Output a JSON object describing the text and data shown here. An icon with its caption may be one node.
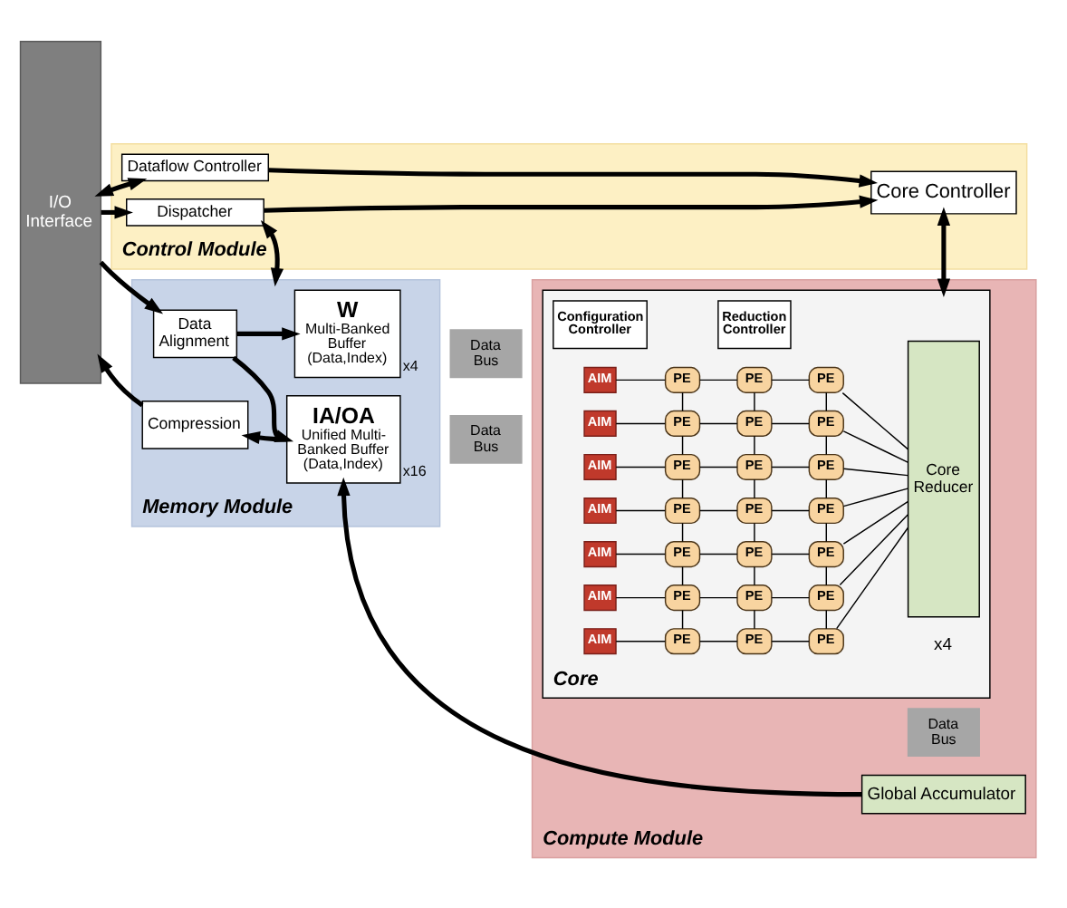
{
  "diagram": {
    "nodes": [
      {
        "text": [
          "I/O Interface"
        ]
      },
      {
        "text": [
          "Control Module"
        ]
      },
      {
        "text": [
          "Dataflow Controller"
        ],
        "in": 1
      },
      {
        "text": [
          "Dispatcher"
        ],
        "in": 1
      },
      {
        "text": [
          "Core Controller"
        ],
        "in": 1
      },
      {
        "text": [
          "Memory Module"
        ]
      },
      {
        "text": [
          "Data Alignment"
        ],
        "in": 5
      },
      {
        "text": [
          "W",
          "Multi-Banked Buffer",
          "(Data,Index)"
        ],
        "in": 5,
        "beside": [
          "x4"
        ]
      },
      {
        "text": [
          "Compression"
        ],
        "in": 5
      },
      {
        "text": [
          "IA/OA",
          "Unified Multi-Banked Buffer",
          "(Data,Index)"
        ],
        "in": 5,
        "beside": [
          "x16"
        ]
      },
      {
        "text": [
          "Data Bus"
        ]
      },
      {
        "text": [
          "Data Bus"
        ]
      },
      {
        "text": [
          "Compute Module"
        ]
      },
      {
        "text": [
          "Core"
        ],
        "in": 12,
        "beside": [
          "x4"
        ]
      },
      {
        "text": [
          "Configuration Controller"
        ],
        "in": 13
      },
      {
        "text": [
          "Reduction Controller"
        ],
        "in": 13
      },
      {
        "text": [
          "AIM"
        ],
        "in": 13
      },
      {
        "text": [
          "PE"
        ],
        "in": 13
      },
      {
        "text": [
          "PE"
        ],
        "in": 13
      },
      {
        "text": [
          "PE"
        ],
        "in": 13
      },
      {
        "text": [
          "AIM"
        ],
        "in": 13
      },
      {
        "text": [
          "PE"
        ],
        "in": 13
      },
      {
        "text": [
          "PE"
        ],
        "in": 13
      },
      {
        "text": [
          "PE"
        ],
        "in": 13
      },
      {
        "text": [
          "AIM"
        ],
        "in": 13
      },
      {
        "text": [
          "PE"
        ],
        "in": 13
      },
      {
        "text": [
          "PE"
        ],
        "in": 13
      },
      {
        "text": [
          "PE"
        ],
        "in": 13
      },
      {
        "text": [
          "AIM"
        ],
        "in": 13
      },
      {
        "text": [
          "PE"
        ],
        "in": 13
      },
      {
        "text": [
          "PE"
        ],
        "in": 13
      },
      {
        "text": [
          "PE"
        ],
        "in": 13
      },
      {
        "text": [
          "AIM"
        ],
        "in": 13
      },
      {
        "text": [
          "PE"
        ],
        "in": 13
      },
      {
        "text": [
          "PE"
        ],
        "in": 13
      },
      {
        "text": [
          "PE"
        ],
        "in": 13
      },
      {
        "text": [
          "AIM"
        ],
        "in": 13
      },
      {
        "text": [
          "PE"
        ],
        "in": 13
      },
      {
        "text": [
          "PE"
        ],
        "in": 13
      },
      {
        "text": [
          "PE"
        ],
        "in": 13
      },
      {
        "text": [
          "AIM"
        ],
        "in": 13
      },
      {
        "text": [
          "PE"
        ],
        "in": 13
      },
      {
        "text": [
          "PE"
        ],
        "in": 13
      },
      {
        "text": [
          "PE"
        ],
        "in": 13
      },
      {
        "text": [
          "Core Reducer"
        ],
        "in": 13
      },
      {
        "text": [
          "Data Bus"
        ],
        "in": 12
      },
      {
        "text": [
          "Global Accumulator"
        ],
        "in": 12
      }
    ],
    "edges": [
      {
        "from": 0,
        "to": 2,
        "arrow": "both",
        "style": "thick"
      },
      {
        "from": 0,
        "to": 3,
        "arrow": "to",
        "style": "thick"
      },
      {
        "from": 2,
        "to": 4,
        "arrow": "to",
        "style": "thick"
      },
      {
        "from": 3,
        "to": 4,
        "arrow": "to",
        "style": "thick"
      },
      {
        "from": 3,
        "to": 5,
        "arrow": "both",
        "style": "thick"
      },
      {
        "from": 4,
        "to": 13,
        "arrow": "both",
        "style": "thick"
      },
      {
        "from": 0,
        "to": 6,
        "arrow": "to",
        "style": "thick"
      },
      {
        "from": 6,
        "to": 7,
        "arrow": "to",
        "style": "thick"
      },
      {
        "from": 6,
        "to": 9,
        "arrow": "to",
        "style": "thick"
      },
      {
        "from": 9,
        "to": 8,
        "arrow": "to",
        "style": "thick"
      },
      {
        "from": 8,
        "to": 0,
        "arrow": "to",
        "style": "thick"
      },
      {
        "from": 46,
        "to": 9,
        "arrow": "to",
        "style": "thick"
      },
      {
        "from": 16,
        "to": 17,
        "arrow": "none"
      },
      {
        "from": 17,
        "to": 18,
        "arrow": "none"
      },
      {
        "from": 18,
        "to": 19,
        "arrow": "none"
      },
      {
        "from": 19,
        "to": 44,
        "arrow": "none"
      },
      {
        "from": 20,
        "to": 21,
        "arrow": "none"
      },
      {
        "from": 21,
        "to": 22,
        "arrow": "none"
      },
      {
        "from": 22,
        "to": 23,
        "arrow": "none"
      },
      {
        "from": 23,
        "to": 44,
        "arrow": "none"
      },
      {
        "from": 24,
        "to": 25,
        "arrow": "none"
      },
      {
        "from": 25,
        "to": 26,
        "arrow": "none"
      },
      {
        "from": 26,
        "to": 27,
        "arrow": "none"
      },
      {
        "from": 27,
        "to": 44,
        "arrow": "none"
      },
      {
        "from": 28,
        "to": 29,
        "arrow": "none"
      },
      {
        "from": 29,
        "to": 30,
        "arrow": "none"
      },
      {
        "from": 30,
        "to": 31,
        "arrow": "none"
      },
      {
        "from": 31,
        "to": 44,
        "arrow": "none"
      },
      {
        "from": 32,
        "to": 33,
        "arrow": "none"
      },
      {
        "from": 33,
        "to": 34,
        "arrow": "none"
      },
      {
        "from": 34,
        "to": 35,
        "arrow": "none"
      },
      {
        "from": 35,
        "to": 44,
        "arrow": "none"
      },
      {
        "from": 36,
        "to": 37,
        "arrow": "none"
      },
      {
        "from": 37,
        "to": 38,
        "arrow": "none"
      },
      {
        "from": 38,
        "to": 39,
        "arrow": "none"
      },
      {
        "from": 39,
        "to": 44,
        "arrow": "none"
      },
      {
        "from": 40,
        "to": 41,
        "arrow": "none"
      },
      {
        "from": 41,
        "to": 42,
        "arrow": "none"
      },
      {
        "from": 42,
        "to": 43,
        "arrow": "none"
      },
      {
        "from": 43,
        "to": 44,
        "arrow": "none"
      },
      {
        "from": 21,
        "to": 17,
        "arrow": "none"
      },
      {
        "from": 22,
        "to": 18,
        "arrow": "none"
      },
      {
        "from": 23,
        "to": 19,
        "arrow": "none"
      },
      {
        "from": 25,
        "to": 21,
        "arrow": "none"
      },
      {
        "from": 26,
        "to": 22,
        "arrow": "none"
      },
      {
        "from": 27,
        "to": 23,
        "arrow": "none"
      },
      {
        "from": 29,
        "to": 25,
        "arrow": "none"
      },
      {
        "from": 30,
        "to": 26,
        "arrow": "none"
      },
      {
        "from": 31,
        "to": 27,
        "arrow": "none"
      },
      {
        "from": 33,
        "to": 29,
        "arrow": "none"
      },
      {
        "from": 34,
        "to": 30,
        "arrow": "none"
      },
      {
        "from": 35,
        "to": 31,
        "arrow": "none"
      },
      {
        "from": 37,
        "to": 33,
        "arrow": "none"
      },
      {
        "from": 38,
        "to": 34,
        "arrow": "none"
      },
      {
        "from": 39,
        "to": 35,
        "arrow": "none"
      },
      {
        "from": 41,
        "to": 37,
        "arrow": "none"
      },
      {
        "from": 42,
        "to": 38,
        "arrow": "none"
      },
      {
        "from": 43,
        "to": 39,
        "arrow": "none"
      }
    ]
  }
}
